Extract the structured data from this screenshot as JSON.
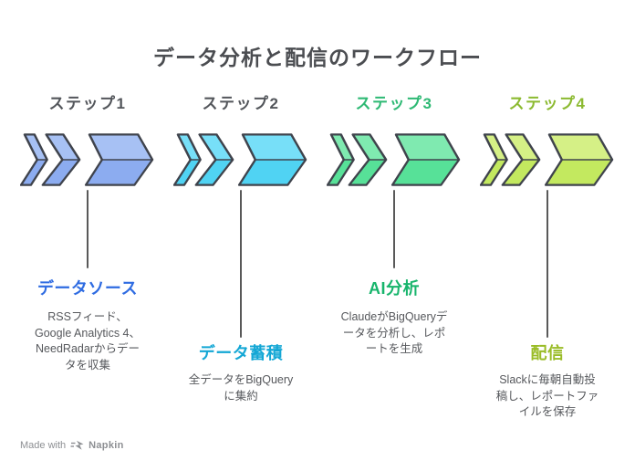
{
  "title": "データ分析と配信のワークフロー",
  "colors": {
    "title": "#4b4d51",
    "outline": "#3f434c",
    "connector": "#595959",
    "desc": "#56585c",
    "footer": "#8d8f93"
  },
  "steps": [
    {
      "header": "ステップ1",
      "header_color": "#53565b",
      "label": "データソース",
      "accent": "#2f6ce2",
      "chevron_top": "#a7c1f4",
      "chevron_bottom": "#8cacf0",
      "desc_lines": [
        "RSSフィード、",
        "Google Analytics 4、",
        "NeedRadarからデー",
        "タを収集"
      ]
    },
    {
      "header": "ステップ2",
      "header_color": "#53565b",
      "label": "データ蓄積",
      "accent": "#14a7d5",
      "chevron_top": "#77dff8",
      "chevron_bottom": "#50d3f3",
      "desc_lines": [
        "全データをBigQuery",
        "に集約"
      ]
    },
    {
      "header": "ステップ3",
      "header_color": "#2eb974",
      "label": "AI分析",
      "accent": "#17b56c",
      "chevron_top": "#7feab0",
      "chevron_bottom": "#57e198",
      "desc_lines": [
        "ClaudeがBigQueryデ",
        "ータを分析し、レポ",
        "ートを生成"
      ]
    },
    {
      "header": "ステップ4",
      "header_color": "#8cba31",
      "label": "配信",
      "accent": "#9abc27",
      "chevron_top": "#d5f086",
      "chevron_bottom": "#c3e95f",
      "desc_lines": [
        "Slackに毎朝自動投",
        "稿し、レポートファ",
        "イルを保存"
      ]
    }
  ],
  "footer": {
    "made_with": "Made with",
    "brand": "Napkin"
  }
}
